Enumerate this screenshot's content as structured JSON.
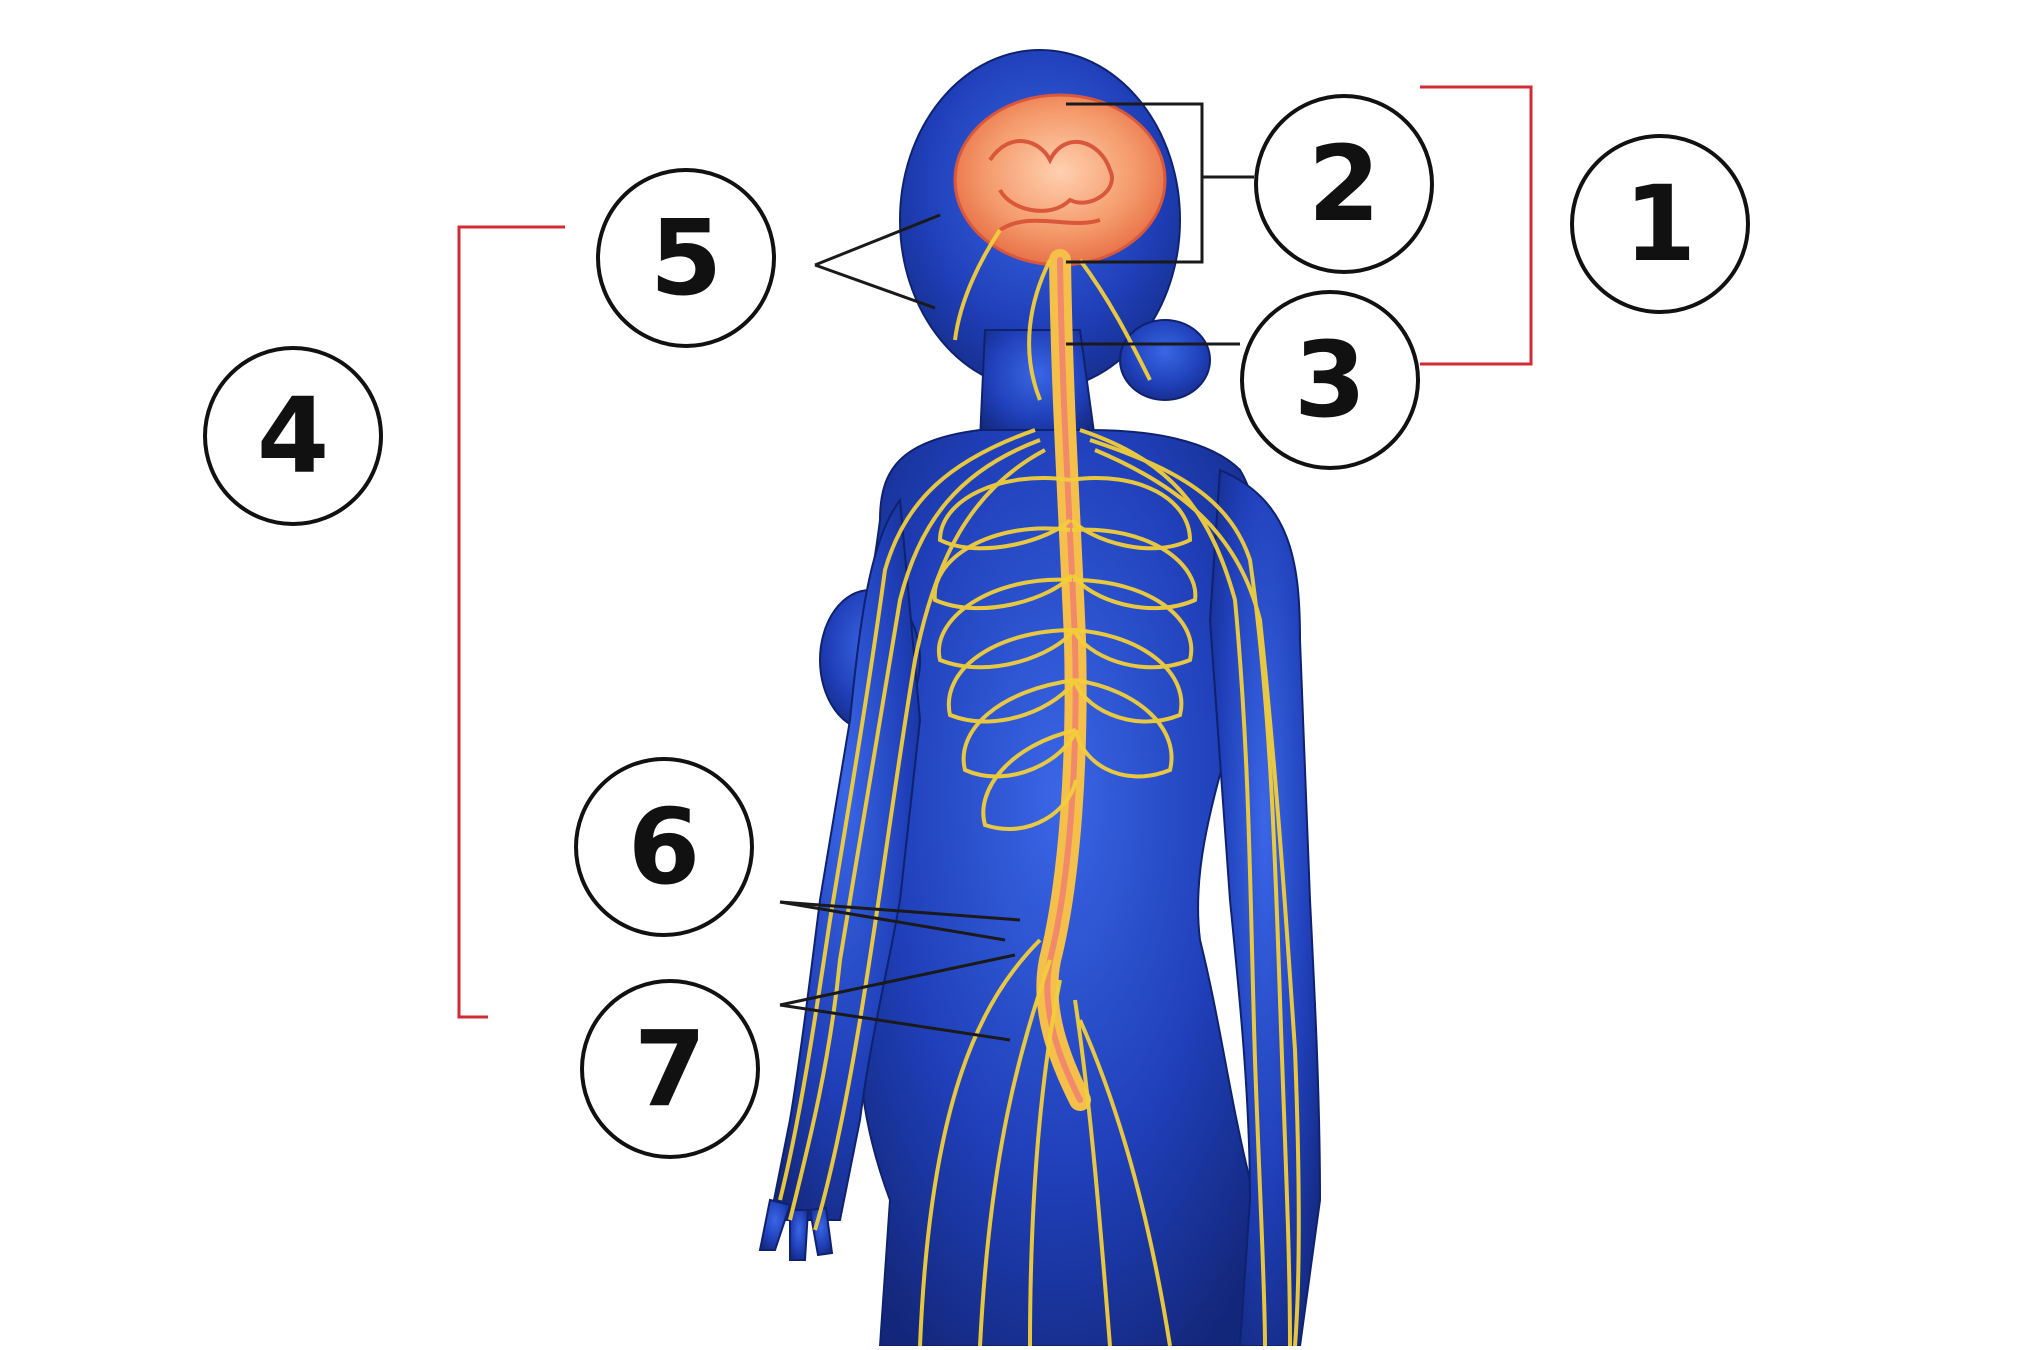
{
  "diagram": {
    "labels": [
      "1",
      "2",
      "3",
      "4",
      "5",
      "6",
      "7"
    ]
  },
  "colors": {
    "body_blue": "#1f3fb8",
    "nerve_yellow": "#f2cf3a",
    "brain_orange": "#f49a6a",
    "bracket_red": "#d12b34",
    "leader_black": "#1a1a1a"
  }
}
